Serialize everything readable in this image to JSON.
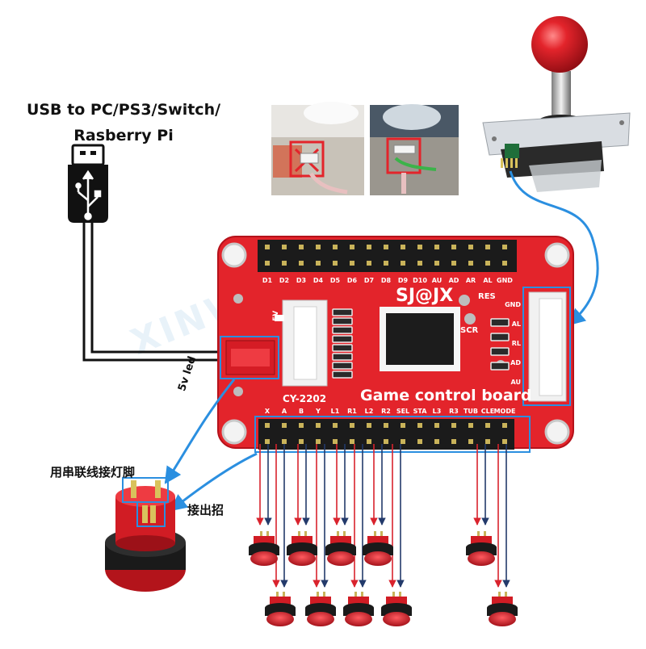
{
  "usb_label_line1": "USB to PC/PS3/Switch/",
  "usb_label_line2": "Rasberry Pi",
  "board": {
    "brand": "SJ@JX",
    "model": "CY-2202",
    "title": "Game control board",
    "top_pins": [
      "D1",
      "D2",
      "D3",
      "D4",
      "D5",
      "D6",
      "D7",
      "D8",
      "D9",
      "D10",
      "AU",
      "AD",
      "AR",
      "AL",
      "GND"
    ],
    "bottom_pins": [
      "X",
      "A",
      "B",
      "Y",
      "L1",
      "R1",
      "L2",
      "R2",
      "SEL",
      "STA",
      "L3",
      "R3",
      "TUB",
      "CLE",
      "MODE"
    ],
    "res_label": "RES",
    "scr_label": "SCR",
    "v_label": "5V",
    "right_header": [
      "GND",
      "AL",
      "RL",
      "AD",
      "AU"
    ]
  },
  "led_label": "5v led",
  "serial_label": "用串联线接灯脚",
  "signal_label": "接出招",
  "watermark": "XINWANG",
  "colors": {
    "board": "#e3242b",
    "board_dark": "#b5121b",
    "header": "#1b1b1b",
    "wire_blue": "#2b8fe0",
    "wire_red": "#d9232d",
    "button": "#e0222a",
    "button_dark": "#8f0f14"
  }
}
